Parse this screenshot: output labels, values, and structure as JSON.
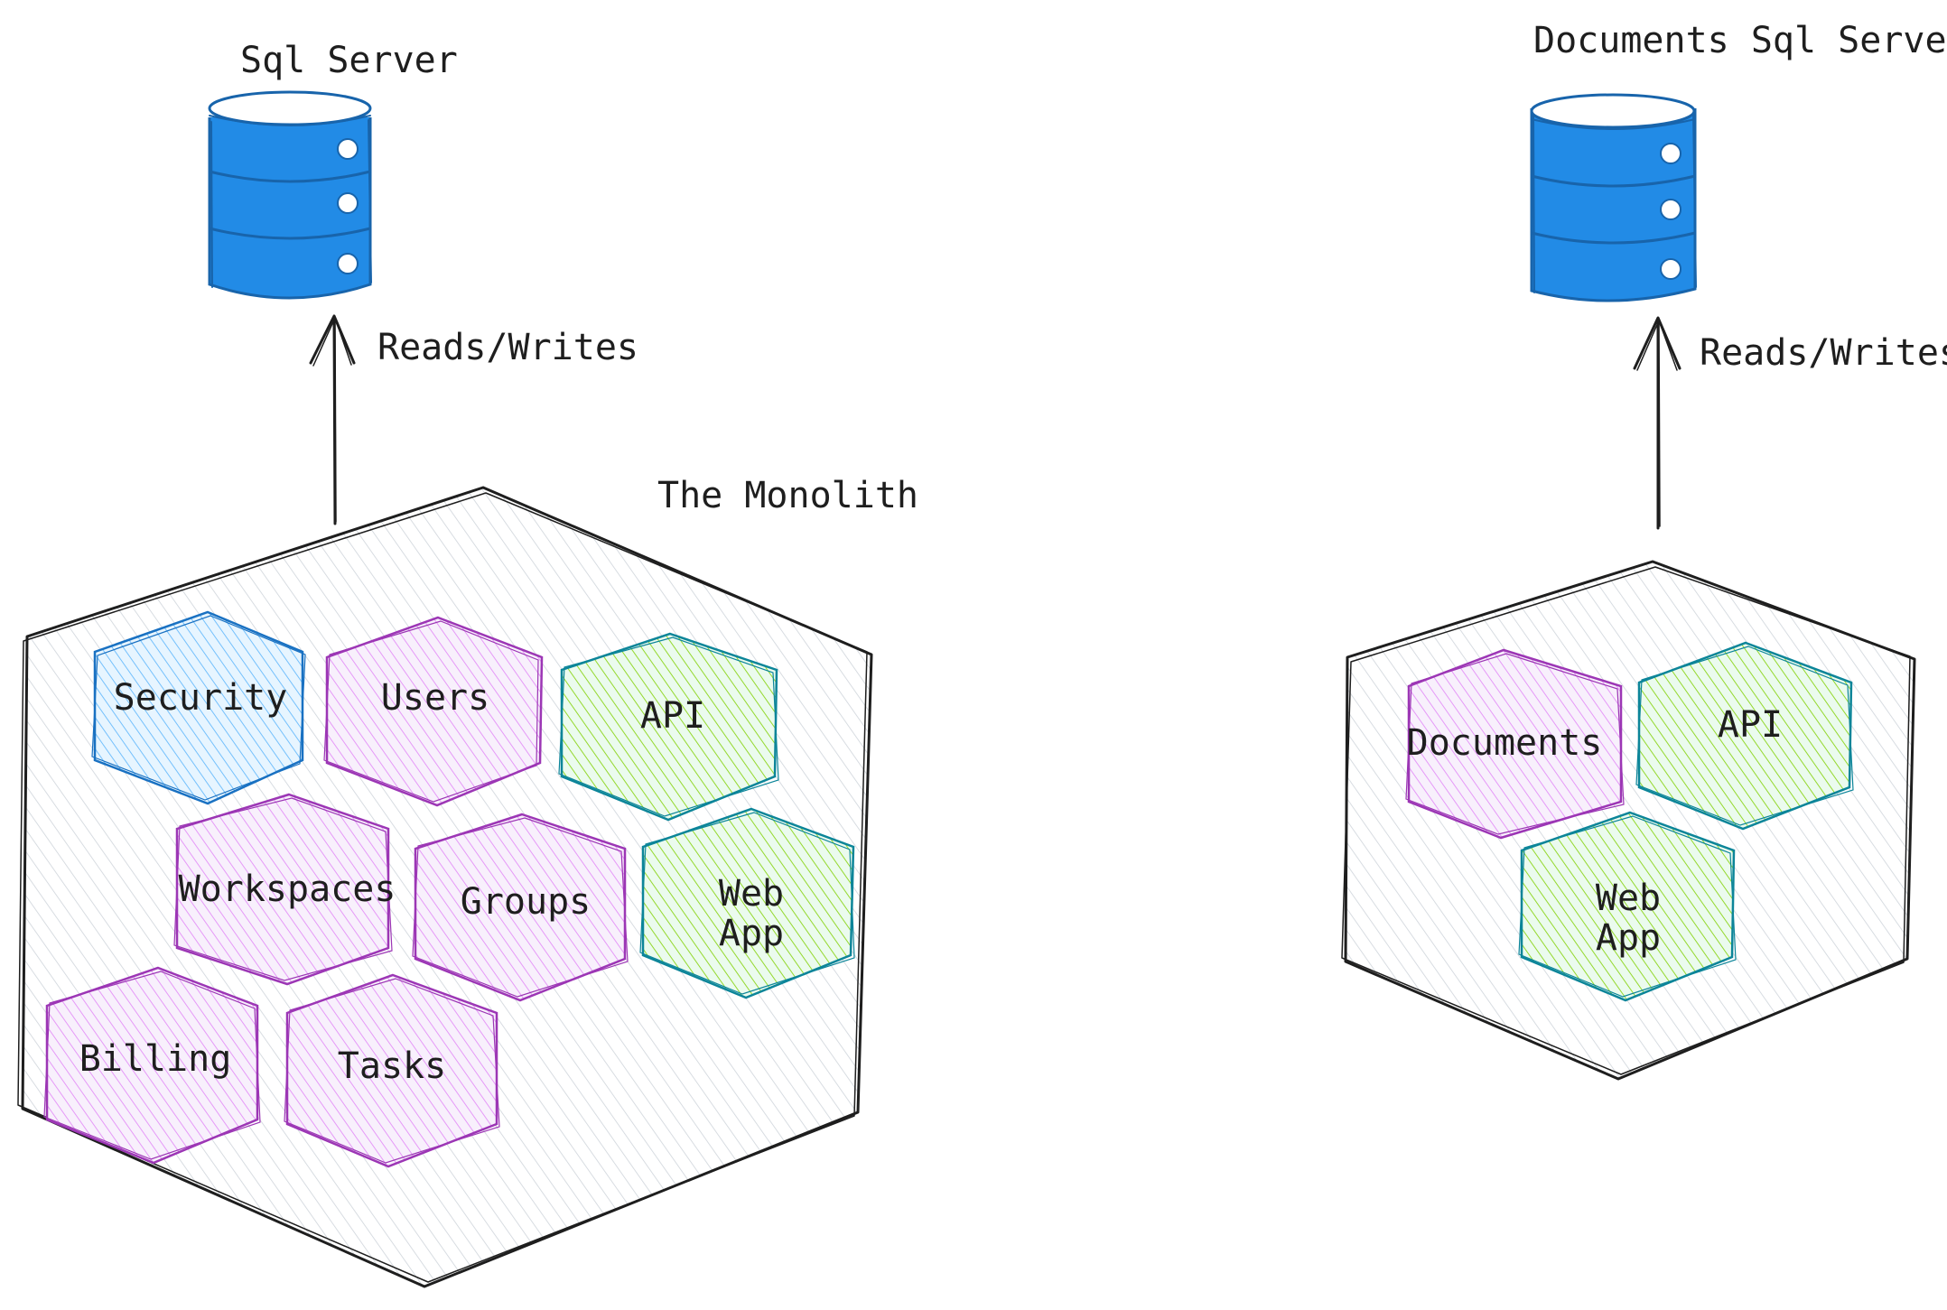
{
  "monolith": {
    "db_label": "Sql Server",
    "edge_label": "Reads/Writes",
    "title": "The Monolith",
    "modules": [
      {
        "label": "Security",
        "kind": "security"
      },
      {
        "label": "Users",
        "kind": "domain"
      },
      {
        "label": "API",
        "kind": "interface"
      },
      {
        "label": "Workspaces",
        "kind": "domain"
      },
      {
        "label": "Groups",
        "kind": "domain"
      },
      {
        "label": "Web App",
        "kind": "interface"
      },
      {
        "label": "Billing",
        "kind": "domain"
      },
      {
        "label": "Tasks",
        "kind": "domain"
      }
    ]
  },
  "documents_service": {
    "db_label": "Documents Sql Server",
    "edge_label": "Reads/Writes",
    "modules": [
      {
        "label": "Documents",
        "kind": "domain"
      },
      {
        "label": "API",
        "kind": "interface"
      },
      {
        "label": "Web App",
        "kind": "interface"
      }
    ]
  },
  "colors": {
    "security_stroke": "#1971c2",
    "security_fill": "#a5d8ff",
    "domain_stroke": "#9c36b5",
    "domain_fill": "#eebefa",
    "interface_stroke": "#0c8599",
    "interface_fill": "#b2f2bb",
    "interface_hatch": "#8ce99a",
    "container_stroke": "#1e1e1e",
    "container_hatch": "#ced4da",
    "database_fill": "#228be6",
    "database_stroke": "#1864ab"
  },
  "icons": [
    "database-icon",
    "arrow-up-icon"
  ]
}
